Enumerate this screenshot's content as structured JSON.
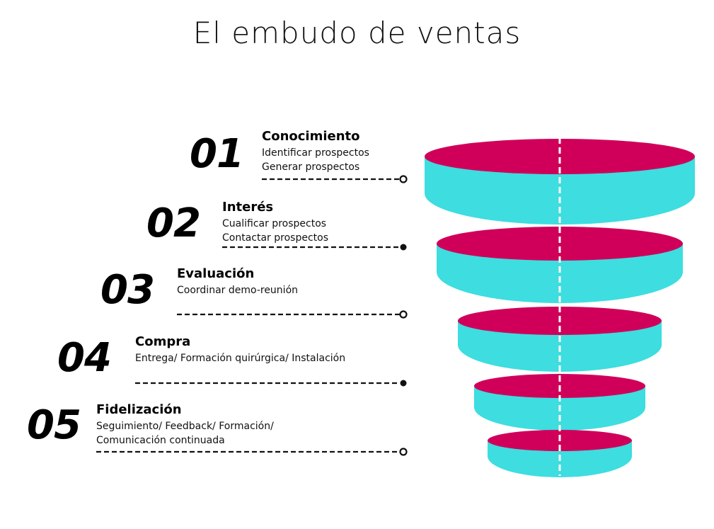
{
  "page": {
    "title": "El embudo de ventas"
  },
  "colors": {
    "top_face": "#d0005a",
    "side": "#3ddde0",
    "center_line": "#ffffff",
    "connector": "#111111"
  },
  "steps": [
    {
      "number": "01",
      "heading": "Conocimiento",
      "lines": [
        "Identificar prospectos",
        "Generar prospectos"
      ],
      "marker": "hollow"
    },
    {
      "number": "02",
      "heading": "Interés",
      "lines": [
        "Cualificar prospectos",
        "Contactar prospectos"
      ],
      "marker": "filled"
    },
    {
      "number": "03",
      "heading": "Evaluación",
      "lines": [
        "Coordinar demo-reunión"
      ],
      "marker": "hollow"
    },
    {
      "number": "04",
      "heading": "Compra",
      "lines": [
        "Entrega/ Formación quirúrgica/ Instalación"
      ],
      "marker": "filled"
    },
    {
      "number": "05",
      "heading": "Fidelización",
      "lines": [
        "Seguimiento/ Feedback/ Formación/",
        "Comunicación continuada"
      ],
      "marker": "hollow"
    }
  ]
}
